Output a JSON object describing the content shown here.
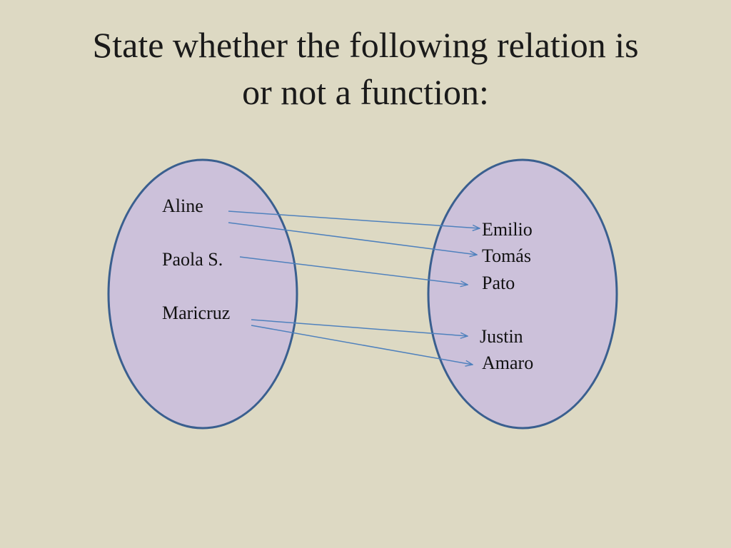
{
  "title": {
    "line1": "State whether the following relation is",
    "line2": "or not a function:"
  },
  "domain_set": {
    "items": [
      "Aline",
      "Paola S.",
      "Maricruz"
    ]
  },
  "range_set": {
    "items": [
      "Emilio",
      "Tomás",
      "Pato",
      "Justin",
      "Amaro"
    ]
  },
  "mappings": [
    {
      "from": "Aline",
      "to": "Emilio"
    },
    {
      "from": "Aline",
      "to": "Tomás"
    },
    {
      "from": "Paola S.",
      "to": "Pato"
    },
    {
      "from": "Maricruz",
      "to": "Justin"
    },
    {
      "from": "Maricruz",
      "to": "Amaro"
    }
  ],
  "colors": {
    "background": "#ddd9c3",
    "ellipse_fill": "#ccc1da",
    "ellipse_stroke": "#3a5f8f",
    "arrow": "#4f81bd"
  }
}
